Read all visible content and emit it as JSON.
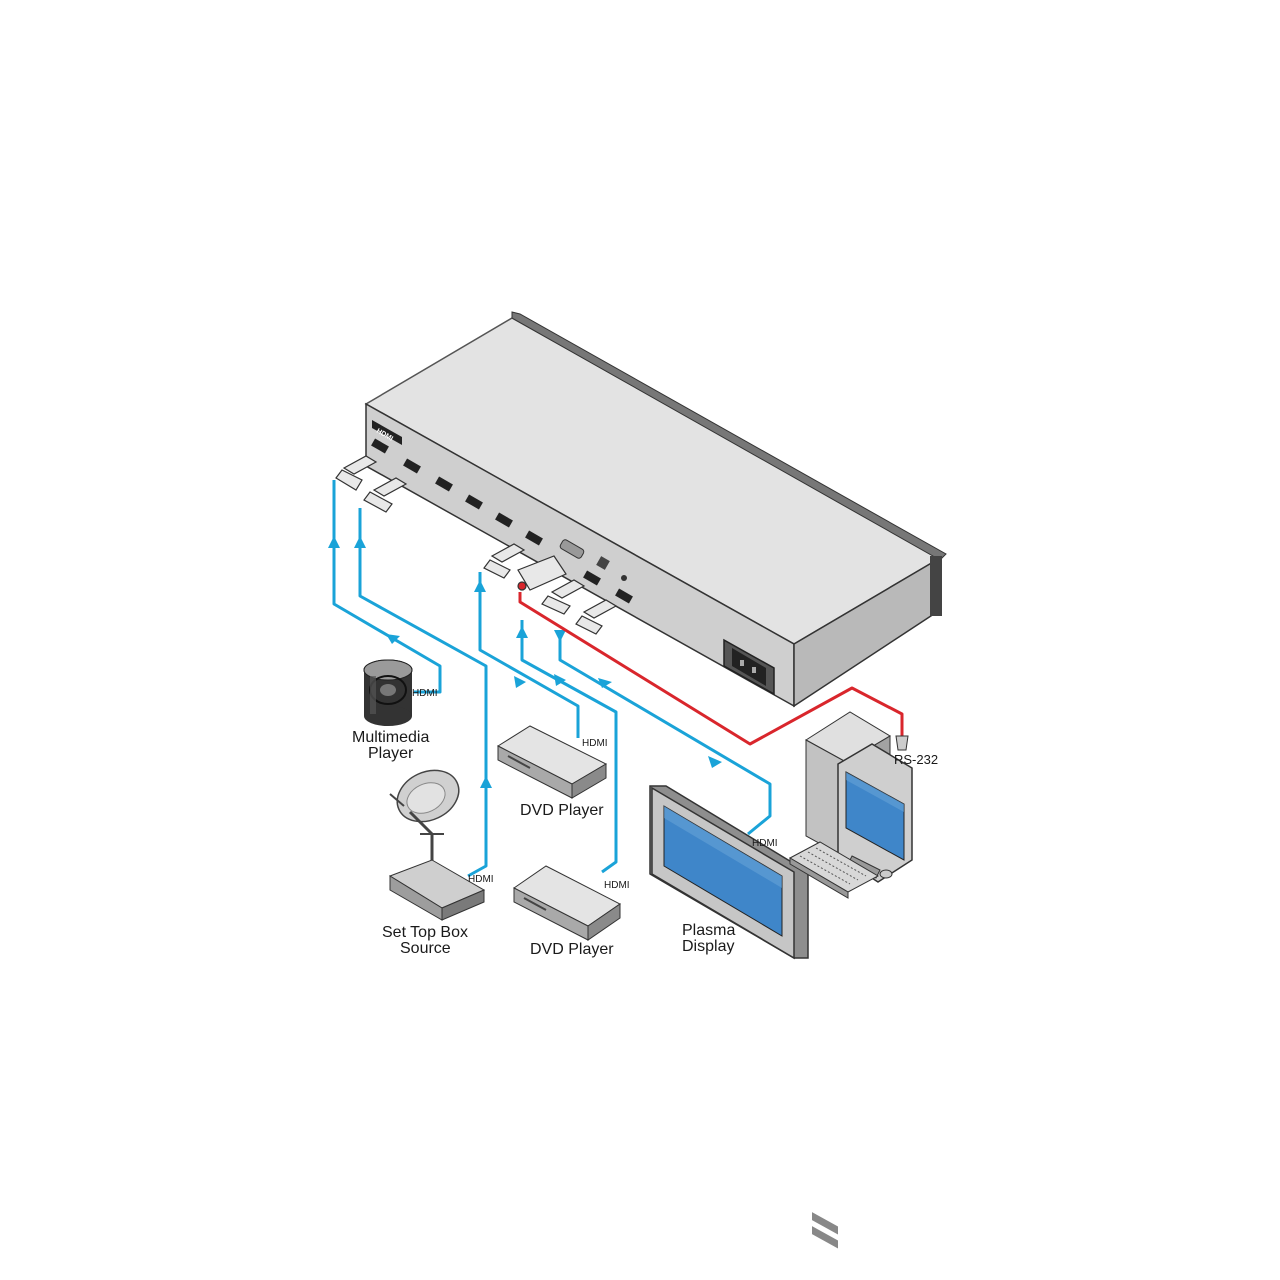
{
  "colors": {
    "hdmi_cable": "#1aa3d8",
    "rs232_cable": "#d9262c",
    "device_body": "#d6d6d6",
    "screen": "#3f86c9",
    "outline": "#333333"
  },
  "switcher": {
    "logo_text": "HDMI",
    "port_labels": [
      "",
      "",
      "",
      "",
      "",
      "",
      "",
      ""
    ],
    "icons": [
      "power-inlet-icon",
      "rs232-port-icon",
      "hdmi-port-icon"
    ]
  },
  "devices": {
    "multimedia_player": {
      "label_line1": "Multimedia",
      "label_line2": "Player",
      "cable": "HDMI"
    },
    "set_top_box": {
      "label_line1": "Set Top Box",
      "label_line2": "Source",
      "cable": "HDMI"
    },
    "dvd_player_1": {
      "label": "DVD Player",
      "cable": "HDMI"
    },
    "dvd_player_2": {
      "label": "DVD Player",
      "cable": "HDMI"
    },
    "plasma_display": {
      "label_line1": "Plasma",
      "label_line2": "Display",
      "cable": "HDMI"
    },
    "pc": {
      "cable": "RS-232"
    }
  }
}
